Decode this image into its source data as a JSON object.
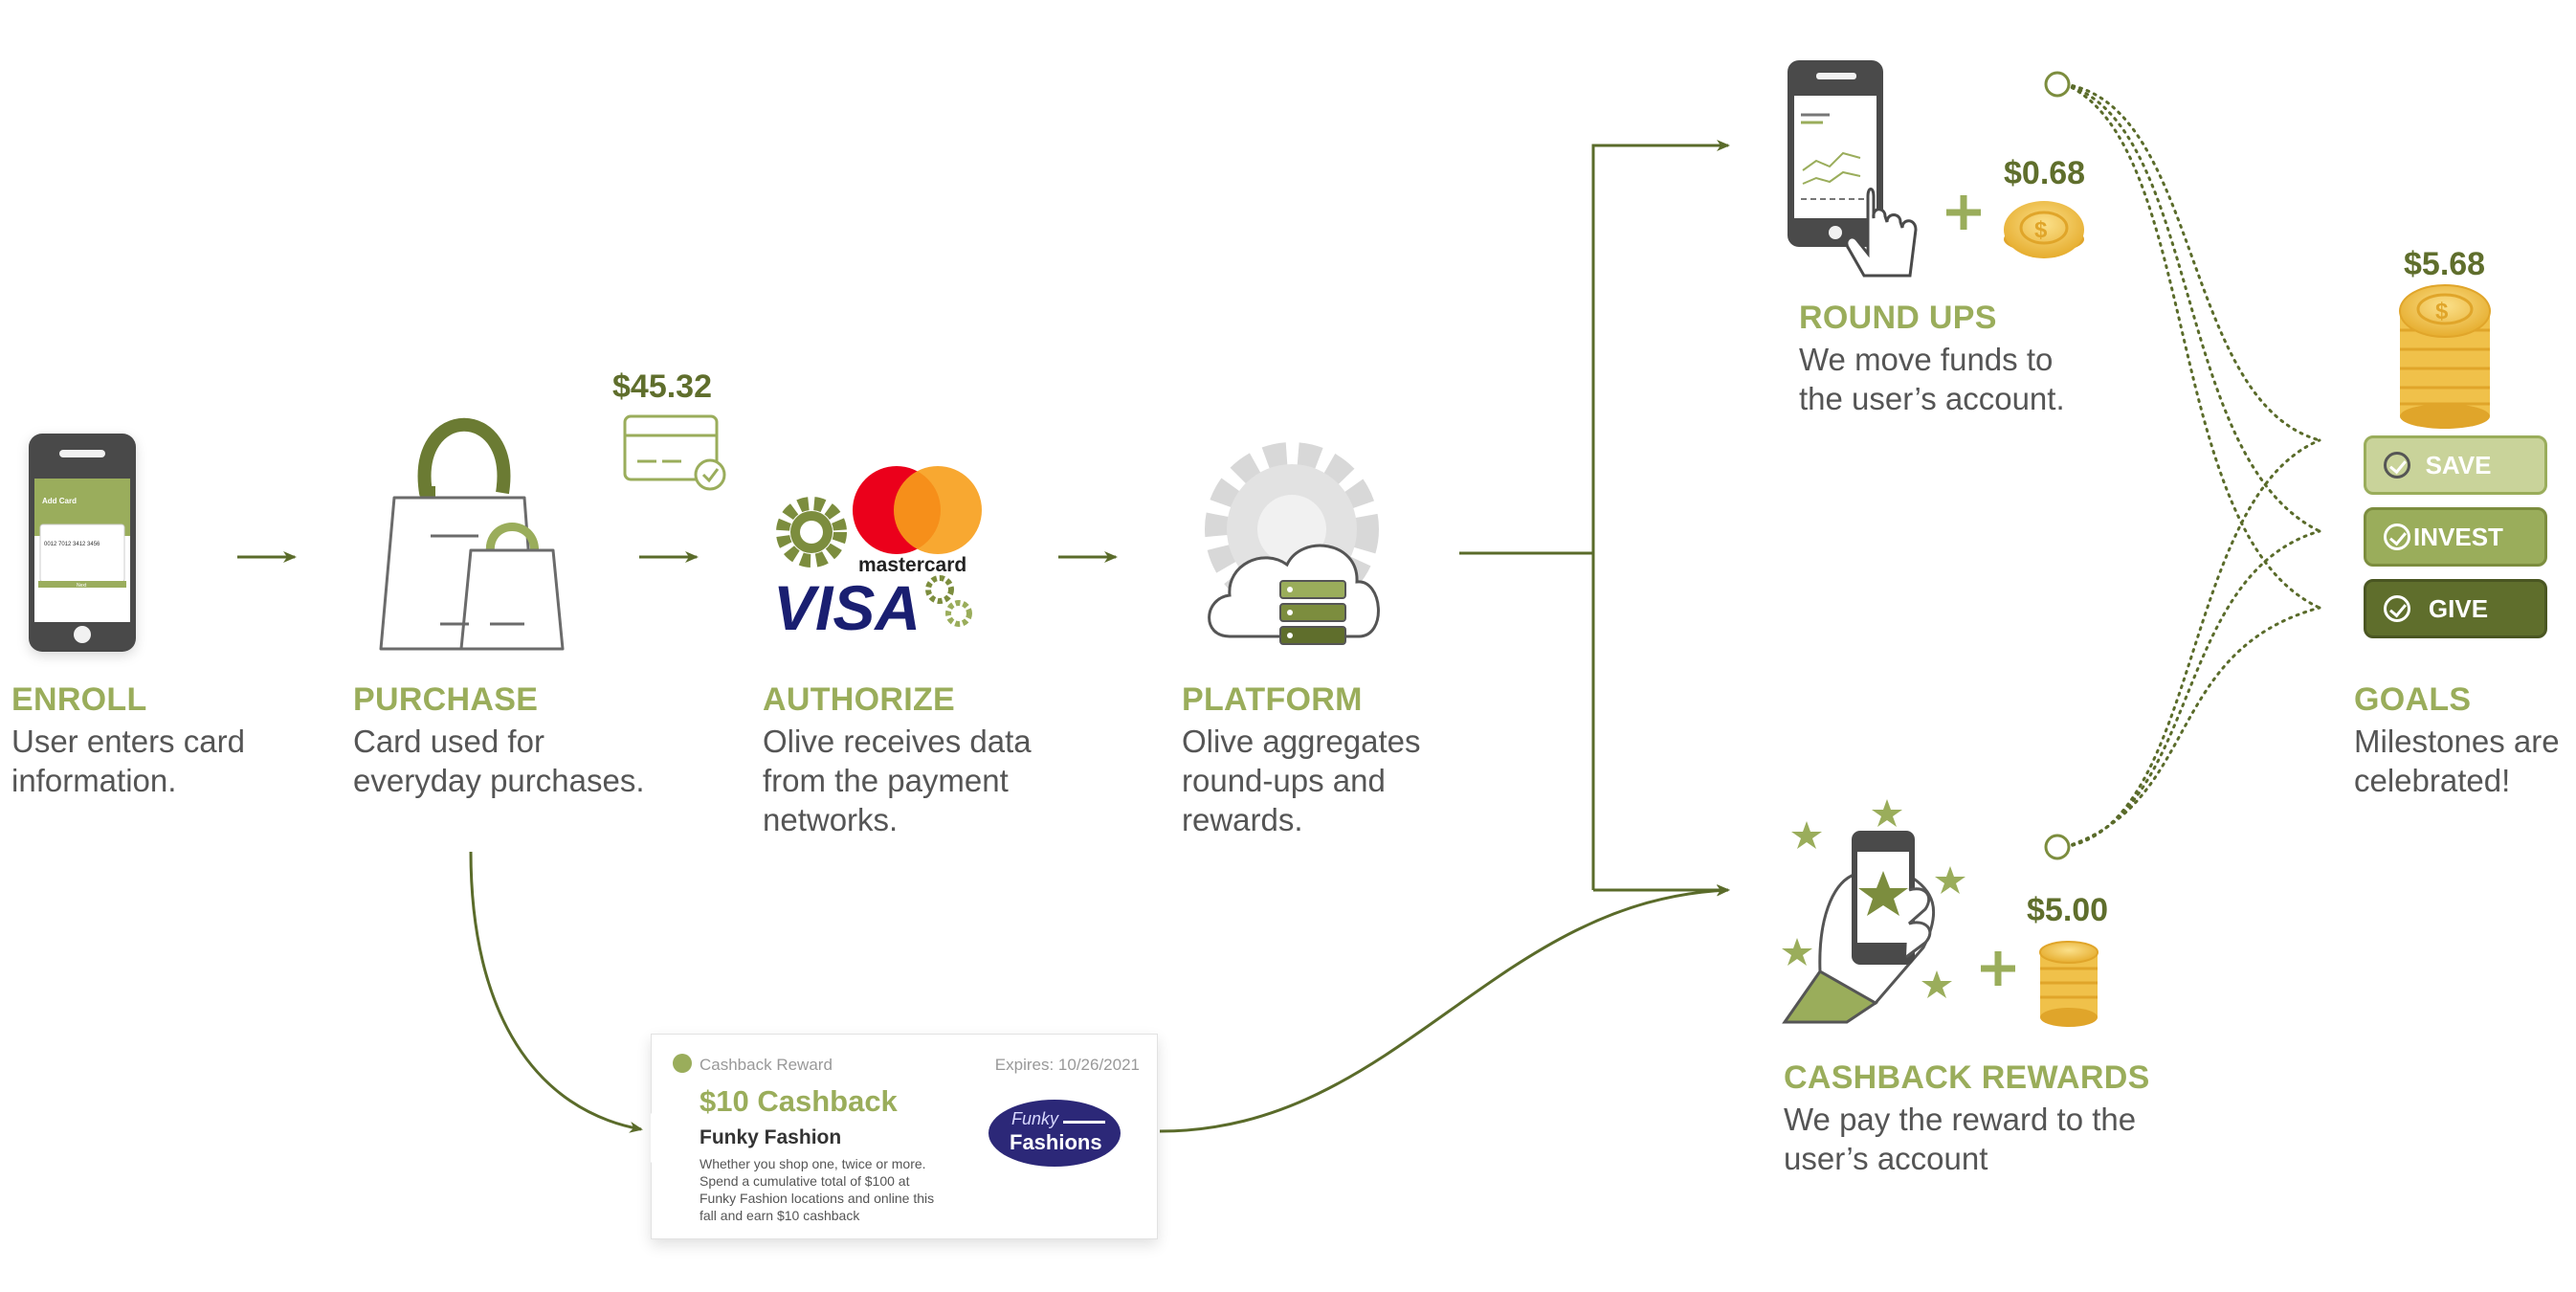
{
  "colors": {
    "olive_light": "#9aad5b",
    "olive_mid": "#7c8d3e",
    "olive_dark": "#5f6e2c",
    "arrow": "#5a6b2a",
    "text_gray": "#555555",
    "mastercard_red": "#eb001b",
    "mastercard_orange": "#f79e1b",
    "visa_blue": "#1a1f71",
    "coin_gold": "#f0c14a"
  },
  "steps": {
    "enroll": {
      "title": "ENROLL",
      "desc": [
        "User enters card",
        "information."
      ],
      "icon": "phone-add-card-icon",
      "phone_screen": {
        "title": "Add Card",
        "number": "0012 7012 3412 3456",
        "button": "Next"
      }
    },
    "purchase": {
      "title": "PURCHASE",
      "desc": [
        "Card used for",
        "everyday purchases."
      ],
      "icon": "shopping-bags-icon"
    },
    "authorize": {
      "title": "AUTHORIZE",
      "desc": [
        "Olive receives data",
        "from the payment",
        "networks."
      ],
      "amount": "$45.32",
      "icons": [
        "credit-card-check-icon",
        "gear-icon",
        "mastercard-logo",
        "visa-logo"
      ],
      "mastercard_text": "mastercard",
      "visa_text": "VISA"
    },
    "platform": {
      "title": "PLATFORM",
      "desc": [
        "Olive aggregates",
        "round-ups and",
        "rewards."
      ],
      "icon": "cloud-server-gear-icon"
    },
    "round_ups": {
      "title": "ROUND UPS",
      "desc": [
        "We move funds to",
        "the user’s account."
      ],
      "amount": "$0.68",
      "icons": [
        "phone-tap-icon",
        "coin-icon"
      ]
    },
    "cashback_rewards": {
      "title": "CASHBACK REWARDS",
      "desc": [
        "We pay the reward to the",
        "user’s account"
      ],
      "amount": "$5.00",
      "icons": [
        "hand-phone-star-icon",
        "coin-stack-icon"
      ]
    },
    "goals": {
      "title": "GOALS",
      "desc": [
        "Milestones are",
        "celebrated!"
      ],
      "amount": "$5.68",
      "buttons": [
        "SAVE",
        "INVEST",
        "GIVE"
      ],
      "icon": "coin-stack-icon"
    }
  },
  "cashback_card": {
    "tag": "Cashback Reward",
    "expires": "Expires: 10/26/2021",
    "headline": "$10 Cashback",
    "merchant": "Funky Fashion",
    "body": [
      "Whether you shop one, twice or more.",
      "Spend a cumulative total of $100 at",
      "Funky Fashion locations and online this",
      "fall and earn $10 cashback"
    ],
    "logo_line1": "Funky",
    "logo_line2": "Fashions"
  }
}
